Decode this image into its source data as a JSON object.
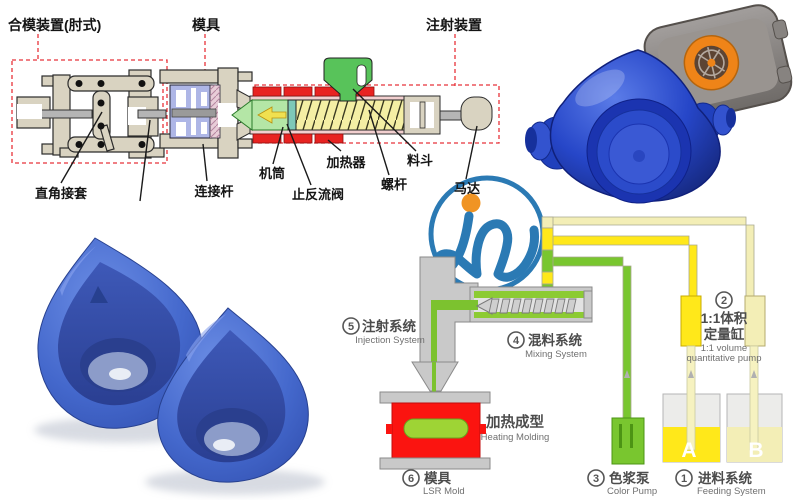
{
  "palette": {
    "dashed_red": "#e8333a",
    "machine_beige": "#d9d3c1",
    "mold_purple": "#aeb6e6",
    "heater_red": "#e82321",
    "screw_yellow": "#f4efa4",
    "melt_green": "#b4e6a6",
    "hopper_green": "#58c35a",
    "pipe_yellow": "#ffe81a",
    "pipe_cream": "#f3eeb6",
    "pipe_green": "#79c62f",
    "lsr_mold_red": "#fb1410",
    "lsr_part_green": "#9ed435",
    "diagram_gray": "#c9c9c9",
    "mask_blue": "#2646c8",
    "filter_orange": "#ef8418",
    "holder_gray": "#8e8a88",
    "cushion_blue": "#4a6fd2",
    "watermark_blue": "#1a6fae",
    "watermark_orange": "#ef8c12"
  },
  "machine_diagram": {
    "top_labels": [
      {
        "label": "合模装置(肘式)"
      },
      {
        "label": "模具"
      },
      {
        "label": "注射装置"
      }
    ],
    "part_labels": [
      {
        "label": "直角接套"
      },
      {
        "label": "连接杆"
      },
      {
        "label": "机筒"
      },
      {
        "label": "止反流阀"
      },
      {
        "label": "加热器"
      },
      {
        "label": "螺杆"
      },
      {
        "label": "料斗"
      },
      {
        "label": "马达"
      }
    ]
  },
  "lsr_diagram": {
    "injection": {
      "num": "5",
      "zh": "注射系统",
      "en": "Injection System"
    },
    "mixing": {
      "num": "4",
      "zh": "混料系统",
      "en": "Mixing System"
    },
    "metering": {
      "num": "2",
      "zh_line1": "1:1体积",
      "zh_line2": "定量缸",
      "en_line1": "1:1 volume",
      "en_line2": "quantitative pump"
    },
    "mold": {
      "num": "6",
      "zh": "模具",
      "en": "LSR Mold"
    },
    "color_pump": {
      "num": "3",
      "zh": "色浆泵",
      "en": "Color Pump"
    },
    "feeding": {
      "num": "1",
      "zh": "进料系统",
      "en": "Feeding System"
    },
    "heating": {
      "zh": "加热成型",
      "en": "Heating Molding"
    },
    "container_a": "A",
    "container_b": "B"
  }
}
